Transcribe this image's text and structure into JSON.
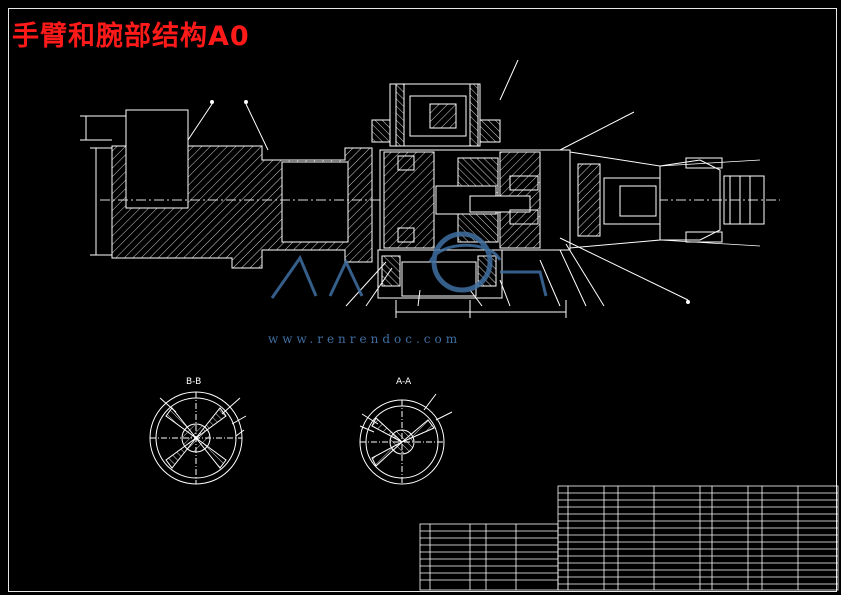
{
  "title": "手臂和腕部结构A0",
  "watermark": {
    "url": "www.renrendoc.com"
  },
  "sections": {
    "bb": "B-B",
    "aa": "A-A"
  },
  "colors": {
    "background": "#000000",
    "title": "#ff1a1a",
    "lines": "#ffffff",
    "watermark": "#3f6fa2"
  },
  "icons": [
    "watermark-logo-icon"
  ]
}
